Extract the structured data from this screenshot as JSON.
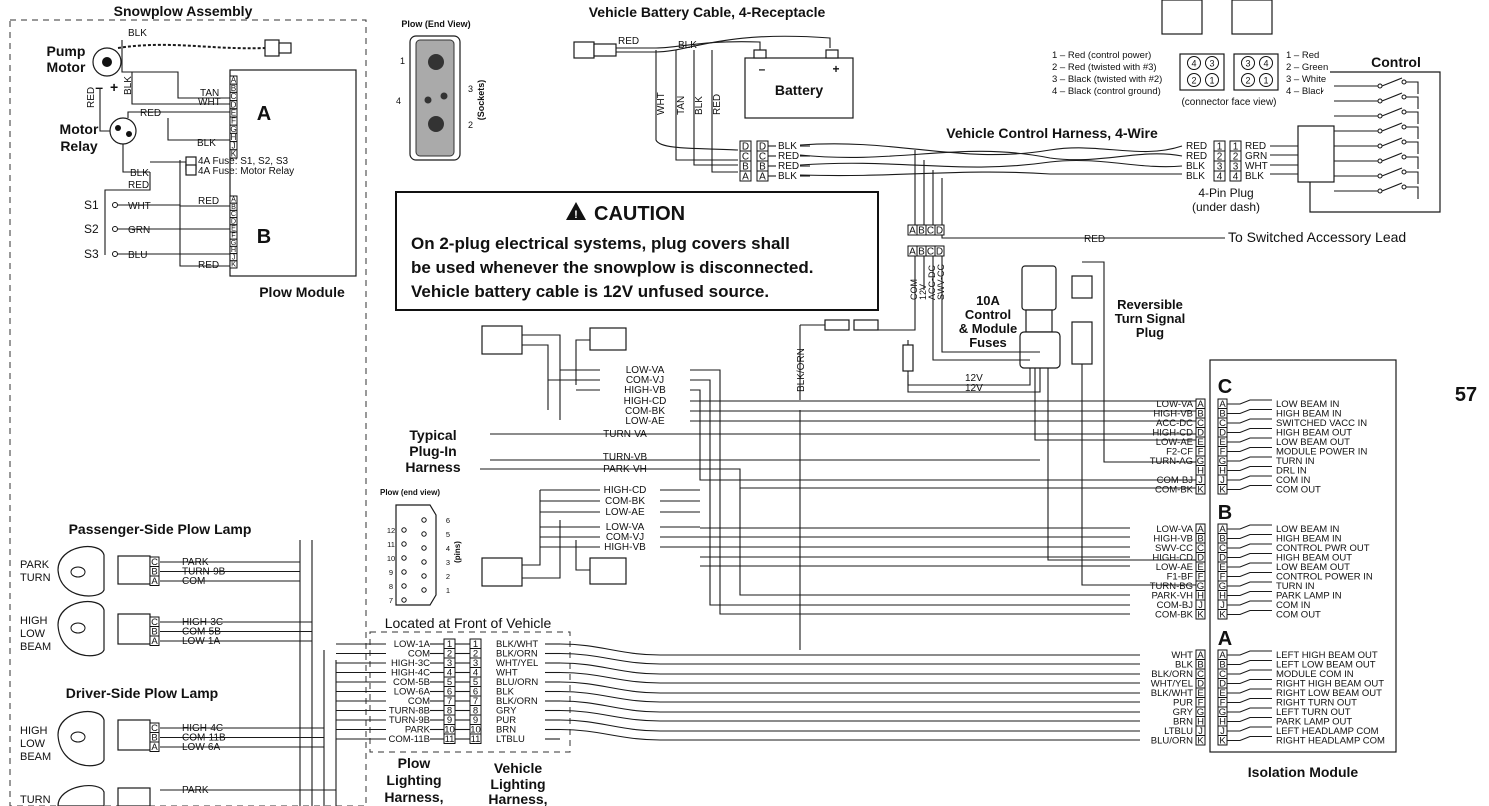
{
  "page_number": "57",
  "snowplow_assembly": {
    "title": "Snowplow Assembly",
    "pump_motor": "Pump Motor",
    "motor_relay": "Motor Relay",
    "blk": "BLK",
    "red": "RED",
    "tan": "TAN",
    "wht": "WHT",
    "grn": "GRN",
    "blu": "BLU",
    "plus": "+",
    "minus": "–",
    "module_a": "A",
    "module_b": "B",
    "plow_module": "Plow Module",
    "fuse1": "4A Fuse: S1, S2, S3",
    "fuse2": "4A Fuse: Motor Relay",
    "s1": "S1",
    "s2": "S2",
    "s3": "S3",
    "pins": [
      "A",
      "B",
      "C",
      "D",
      "E",
      "F",
      "G",
      "H",
      "J",
      "K"
    ]
  },
  "plow_end_view": {
    "title": "Plow (End View)",
    "n1": "1",
    "n2": "2",
    "n3": "3",
    "n4": "4",
    "sockets": "(Sockets)"
  },
  "battery_cable": {
    "title": "Vehicle Battery Cable, 4-Receptacle",
    "red": "RED",
    "blk": "BLK",
    "battery": "Battery",
    "minus": "–",
    "plus": "+",
    "wires": [
      "WHT",
      "TAN",
      "BLK",
      "RED"
    ],
    "pins": [
      "D",
      "C",
      "B",
      "A"
    ],
    "right_wires": [
      "BLK",
      "RED",
      "RED",
      "BLK"
    ]
  },
  "connector_legend": {
    "left": [
      "1 – Red (control power)",
      "2 – Red (twisted with #3)",
      "3 – Black (twisted with #2)",
      "4 – Black (control ground)"
    ],
    "right": [
      "1 – Red",
      "2 – Green",
      "3 – White",
      "4 – Black"
    ],
    "face_view": "(connector face view)",
    "grid_left": [
      "4",
      "3",
      "2",
      "1"
    ],
    "grid_right": [
      "3",
      "4",
      "2",
      "1"
    ]
  },
  "control": {
    "title": "Control"
  },
  "control_harness": {
    "title": "Vehicle Control Harness, 4-Wire",
    "left_wires": [
      "RED",
      "RED",
      "BLK",
      "BLK"
    ],
    "right_wires": [
      "RED",
      "GRN",
      "WHT",
      "BLK"
    ],
    "pins": [
      "1",
      "2",
      "3",
      "4"
    ],
    "plug": "4-Pin Plug",
    "under_dash": "(under dash)"
  },
  "switched": {
    "red": "RED",
    "label": "To Switched Accessory Lead"
  },
  "caution": {
    "title": "CAUTION",
    "lines": [
      "On 2-plug electrical systems, plug covers shall",
      "be used whenever the snowplow is disconnected.",
      "Vehicle battery cable is 12V unfused source."
    ]
  },
  "abcd_top": [
    "A",
    "B",
    "C",
    "D"
  ],
  "abcd_bottom": [
    "A",
    "B",
    "C",
    "D"
  ],
  "vertical_labels": [
    "COM",
    "12V",
    "ACC-DC",
    "SWV-CC"
  ],
  "control_fuses": {
    "line1": "10A",
    "line2": "Control",
    "line3": "& Module",
    "line4": "Fuses"
  },
  "reversible": {
    "line1": "Reversible",
    "line2": "Turn Signal",
    "line3": "Plug"
  },
  "blk_orn": "BLK/ORN",
  "v12": [
    "12V",
    "12V"
  ],
  "typical_harness": {
    "line1": "Typical",
    "line2": "Plug-In",
    "line3": "Harness"
  },
  "harness_top_left": [
    "LOW-VA",
    "COM-VJ",
    "HIGH-VB",
    "HIGH-CD",
    "COM-BK",
    "LOW-AE",
    "TURN-VA",
    "TURN-VB",
    "PARK-VH"
  ],
  "harness_bottom_left": [
    "HIGH-CD",
    "COM-BK",
    "LOW-AE",
    "LOW-VA",
    "COM-VJ",
    "HIGH-VB"
  ],
  "plow_end_view2": {
    "title": "Plow (end view)",
    "pins_label": "(pins)",
    "left_nums": [
      "12",
      "11",
      "10",
      "9",
      "8",
      "7"
    ],
    "right_nums": [
      "6",
      "5",
      "4",
      "3",
      "2",
      "1"
    ]
  },
  "isolation_module": {
    "title": "Isolation Module",
    "c": {
      "label": "C",
      "wires": [
        "LOW-VA",
        "HIGH-VB",
        "ACC-DC",
        "HIGH-CD",
        "LOW-AE",
        "F2-CF",
        "TURN-AG",
        "",
        "COM-BJ",
        "COM-BK"
      ],
      "outputs": [
        "LOW BEAM IN",
        "HIGH BEAM IN",
        "SWITCHED VACC IN",
        "HIGH BEAM OUT",
        "LOW BEAM OUT",
        "MODULE POWER IN",
        "TURN IN",
        "DRL IN",
        "COM IN",
        "COM OUT"
      ]
    },
    "b": {
      "label": "B",
      "wires": [
        "LOW-VA",
        "HIGH-VB",
        "SWV-CC",
        "HIGH-CD",
        "LOW-AE",
        "F1-BF",
        "TURN-BG",
        "PARK-VH",
        "COM-BJ",
        "COM-BK"
      ],
      "outputs": [
        "LOW BEAM IN",
        "HIGH BEAM IN",
        "CONTROL PWR OUT",
        "HIGH BEAM OUT",
        "LOW BEAM OUT",
        "CONTROL POWER IN",
        "TURN IN",
        "PARK LAMP IN",
        "COM IN",
        "COM OUT"
      ]
    },
    "a": {
      "label": "A",
      "wires": [
        "WHT",
        "BLK",
        "BLK/ORN",
        "WHT/YEL",
        "BLK/WHT",
        "PUR",
        "GRY",
        "BRN",
        "LTBLU",
        "BLU/ORN"
      ],
      "outputs": [
        "LEFT HIGH BEAM OUT",
        "LEFT LOW BEAM OUT",
        "MODULE COM IN",
        "RIGHT HIGH BEAM OUT",
        "RIGHT LOW BEAM OUT",
        "RIGHT TURN OUT",
        "LEFT TURN OUT",
        "PARK LAMP OUT",
        "LEFT HEADLAMP COM",
        "RIGHT HEADLAMP COM"
      ]
    },
    "pins": [
      "A",
      "B",
      "C",
      "D",
      "E",
      "F",
      "G",
      "H",
      "J",
      "K"
    ]
  },
  "passenger_lamp": {
    "title": "Passenger-Side Plow Lamp",
    "park": "PARK",
    "turn": "TURN",
    "high": "HIGH",
    "low": "LOW",
    "beam": "BEAM",
    "wires1": [
      "PARK",
      "TURN-9B",
      "COM"
    ],
    "wires2": [
      "HIGH-3C",
      "COM-5B",
      "LOW-1A"
    ],
    "pins": [
      "C",
      "B",
      "A"
    ]
  },
  "driver_lamp": {
    "title": "Driver-Side Plow Lamp",
    "high": "HIGH",
    "low": "LOW",
    "beam": "BEAM",
    "turn": "TURN",
    "wires1": [
      "HIGH-4C",
      "COM-11B",
      "LOW-6A"
    ],
    "wires2": [
      "PARK"
    ],
    "pins": [
      "C",
      "B",
      "A"
    ]
  },
  "front_of_vehicle": "Located at Front of Vehicle",
  "plow_harness_wires": [
    "LOW-1A",
    "COM",
    "HIGH-3C",
    "HIGH-4C",
    "COM-5B",
    "LOW-6A",
    "COM",
    "TURN-8B",
    "TURN-9B",
    "PARK",
    "COM-11B"
  ],
  "vehicle_harness_wires": [
    "BLK/WHT",
    "BLK/ORN",
    "WHT/YEL",
    "WHT",
    "BLU/ORN",
    "BLK",
    "BLK/ORN",
    "GRY",
    "PUR",
    "BRN",
    "LTBLU"
  ],
  "pin_numbers": [
    "1",
    "2",
    "3",
    "4",
    "5",
    "6",
    "7",
    "8",
    "9",
    "10",
    "11"
  ],
  "plow_lighting": {
    "line1": "Plow",
    "line2": "Lighting",
    "line3": "Harness,"
  },
  "vehicle_lighting": {
    "line1": "Vehicle",
    "line2": "Lighting",
    "line3": "Harness,"
  }
}
